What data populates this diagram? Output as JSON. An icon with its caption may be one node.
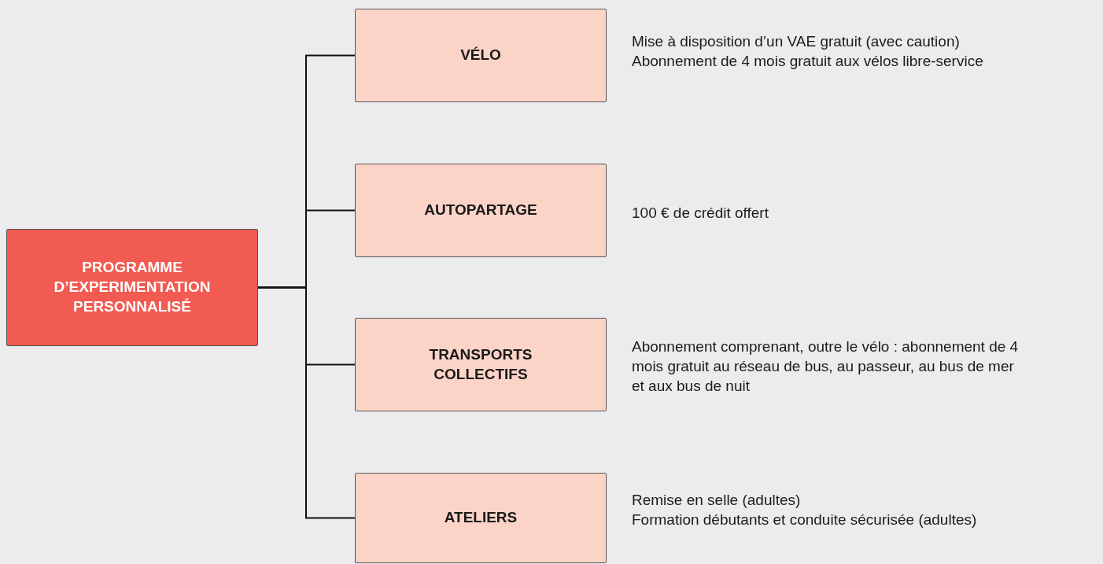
{
  "diagram": {
    "nodes": [
      {
        "text": [
          "PROGRAMME D’EXPERIMENTATION PERSONNALISÉ"
        ]
      },
      {
        "text": [
          "VÉLO"
        ],
        "beside": [
          "Mise à disposition d’un VAE gratuit (avec caution)",
          "Abonnement de 4 mois gratuit aux vélos libre-service"
        ]
      },
      {
        "text": [
          "AUTOPARTAGE"
        ],
        "beside": [
          "100 € de crédit offert"
        ]
      },
      {
        "text": [
          "TRANSPORTS COLLECTIFS"
        ],
        "beside": [
          "Abonnement comprenant, outre le vélo : abonnement de 4 mois gratuit au réseau de bus, au passeur, au bus de mer et aux bus de nuit"
        ]
      },
      {
        "text": [
          "ATELIERS"
        ],
        "beside": [
          "Remise en selle (adultes)",
          "Formation débutants et conduite sécurisée (adultes)"
        ]
      }
    ],
    "edges": [
      {
        "from": 0,
        "to": 1,
        "arrow": "none"
      },
      {
        "from": 0,
        "to": 2,
        "arrow": "none"
      },
      {
        "from": 0,
        "to": 3,
        "arrow": "none"
      },
      {
        "from": 0,
        "to": 4,
        "arrow": "none"
      }
    ]
  }
}
